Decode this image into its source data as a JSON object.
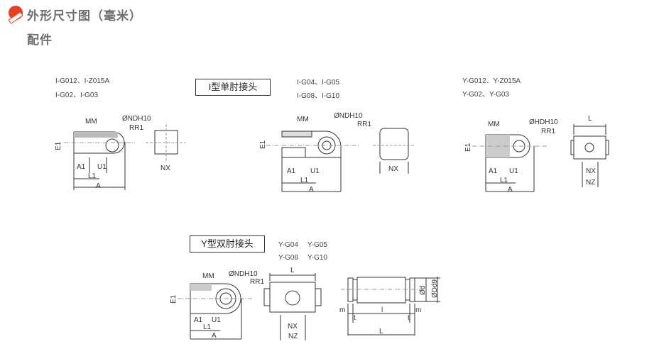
{
  "header": {
    "title": "外形尺寸图（毫米）",
    "subtitle": "配件",
    "logo_color": "#e8401c"
  },
  "section_i": {
    "label": "I型单肘接头",
    "d1": {
      "models": [
        "I-G012、I-Z015A",
        "I-G02、I-G03"
      ],
      "labels": {
        "mm": "MM",
        "hole": "ØNDH10",
        "rr": "RR1",
        "e1": "E1",
        "a1": "A1",
        "u1": "U1",
        "l1": "L1",
        "a": "A",
        "nx": "NX"
      }
    },
    "d2": {
      "models": [
        "I-G04、I-G05",
        "I-G08、I-G10"
      ],
      "labels": {
        "mm": "MM",
        "hole": "ØNDH10",
        "rr": "RR1",
        "e1": "E1",
        "a1": "A1",
        "u1": "U1",
        "l1": "L1",
        "a": "A",
        "nx": "NX"
      }
    }
  },
  "section_y": {
    "label": "Y型双肘接头",
    "d3": {
      "models": [
        "Y-G012、Y-Z015A",
        "Y-G02、Y-G03"
      ],
      "labels": {
        "mm": "MM",
        "hole": "ØHDH10",
        "rr": "RR1",
        "e1": "E1",
        "a1": "A1",
        "u1": "U1",
        "l1": "L1",
        "a": "A",
        "l": "L",
        "nx": "NX",
        "nz": "NZ"
      }
    },
    "d4": {
      "models": [
        "Y-G04",
        "Y-G05",
        "Y-G08",
        "Y-G10"
      ],
      "labels": {
        "mm": "MM",
        "hole": "ØNDH10",
        "rr": "RR1",
        "e1": "E1",
        "a1": "A1",
        "u1": "U1",
        "l1": "L1",
        "a": "A",
        "l": "L",
        "nx": "NX",
        "nz": "NZ"
      }
    }
  },
  "pin": {
    "labels": {
      "d": "Ød",
      "dd9": "ØDd9",
      "m": "m",
      "l": "l",
      "t": "t",
      "L": "L"
    }
  }
}
